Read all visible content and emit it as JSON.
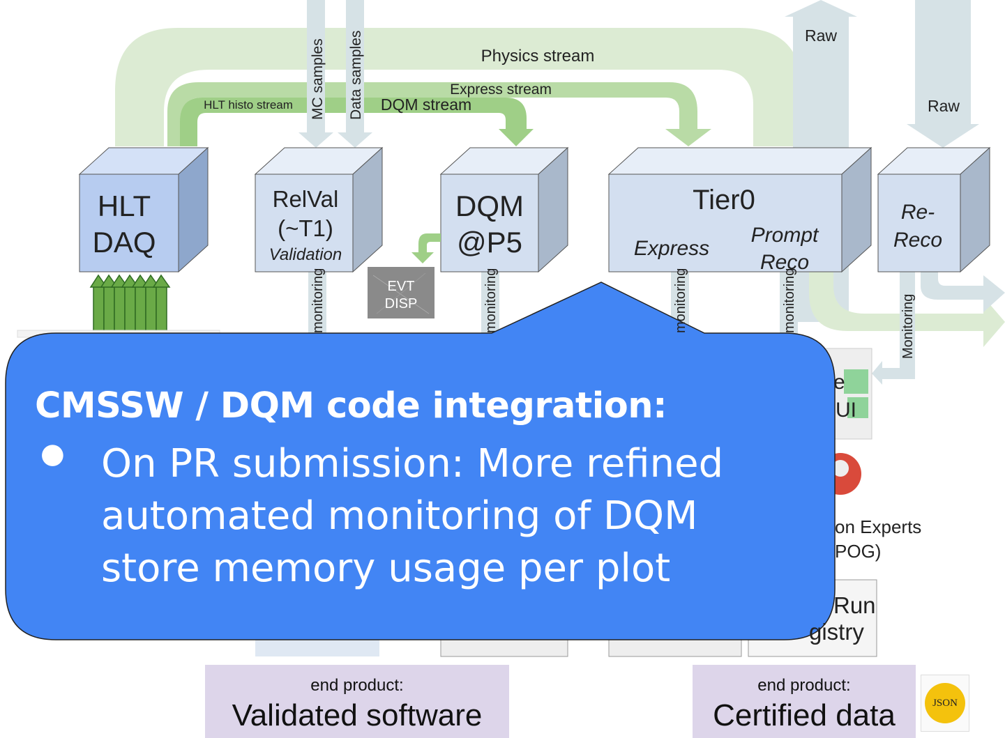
{
  "streams": {
    "physics": "Physics stream",
    "express": "Express stream",
    "hlt_histo": "HLT histo stream",
    "dqm": "DQM stream",
    "mc_samples": "MC samples",
    "data_samples": "Data samples",
    "raw1": "Raw",
    "raw2": "Raw"
  },
  "boxes": {
    "hlt": [
      "HLT",
      "DAQ"
    ],
    "relval": [
      "RelVal",
      "(~T1)",
      "Validation"
    ],
    "dqm": [
      "DQM",
      "@P5"
    ],
    "tier0": [
      "Tier0",
      "Express",
      "Prompt",
      "Reco"
    ],
    "rereco": [
      "Re-",
      "Reco"
    ]
  },
  "evt_disp": [
    "EVT",
    "DISP"
  ],
  "monitoring_label": "monitoring",
  "monitoring_label_cap": "Monitoring",
  "partial": {
    "gui_a": "e",
    "gui_b": "UI",
    "experts_a": "on Experts",
    "experts_b": "POG)",
    "run": "Run",
    "registry": "gistry"
  },
  "callout": {
    "title": "CMSSW / DQM code integration:",
    "bullet": "●",
    "text": "On PR submission: More refined automated monitoring of DQM store memory usage per plot"
  },
  "end_products": [
    {
      "small": "end product:",
      "big": "Validated software"
    },
    {
      "small": "end product:",
      "big": "Certified data"
    }
  ],
  "json_logo": "JSON",
  "colors": {
    "callout": "#4285f4",
    "physics_stream": "#dcebd3",
    "dqm_stream": "#9fcf87",
    "raw_arrow": "#d6e2e6",
    "hlt_box": "#b7ccf0",
    "other_box": "#c9d9ef",
    "green_arrows": "#6aaa47",
    "end_box": "#ddd5ea"
  }
}
